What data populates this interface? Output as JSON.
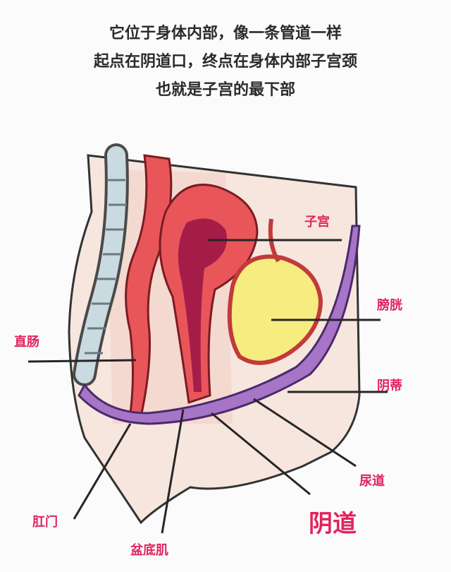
{
  "caption": {
    "line1": "它位于身体内部，像一条管道一样",
    "line2": "起点在阴道口，终点在身体内部子宫颈",
    "line3": "也就是子宫的最下部"
  },
  "labels": {
    "uterus": "子宫",
    "bladder": "膀胱",
    "rectum": "直肠",
    "ligament": "阴蒂",
    "urethra": "尿道",
    "anus": "肛门",
    "vagina": "阴道",
    "pelvic_floor": "盆底肌"
  },
  "colors": {
    "label": "#e0245e",
    "skin": "#f6e6dd",
    "muscle": "#e8565a",
    "uterus_inner": "#a61c49",
    "bladder": "#f6ec80",
    "pelvic_floor": "#a775c7",
    "spine": "#c9dbe0"
  }
}
